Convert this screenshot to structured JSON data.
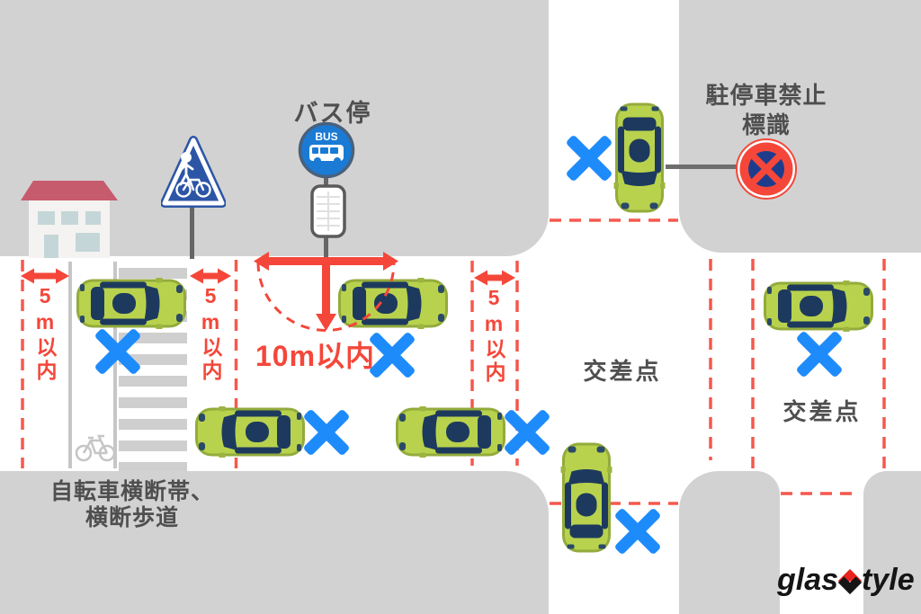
{
  "diagram": {
    "bus_stop_label": "バス停",
    "bus_sign_text": "BUS",
    "no_stopping_label_line1": "駐停車禁止",
    "no_stopping_label_line2": "標識",
    "zone_5m_label_1": "5m以内",
    "zone_5m_label_2": "5m以内",
    "zone_5m_label_3": "5m以内",
    "zone_10m_label": "10m以内",
    "intersection_label_1": "交差点",
    "intersection_label_2": "交差点",
    "crosswalk_label_line1": "自転車横断帯、",
    "crosswalk_label_line2": "横断歩道"
  },
  "branding": {
    "logo_prefix": "glas",
    "logo_suffix": "tyle"
  },
  "colors": {
    "prohibition_red": "#f4473a",
    "cross_mark_blue": "#1e8bfb",
    "car_green": "#b9d24d",
    "sidewalk_gray": "#d2d2d2",
    "sign_blue": "#2c55a5",
    "bus_sign_blue": "#1b7ad4",
    "no_stopping_blue": "#1e3c8c",
    "text_gray": "#4f4f4f"
  }
}
